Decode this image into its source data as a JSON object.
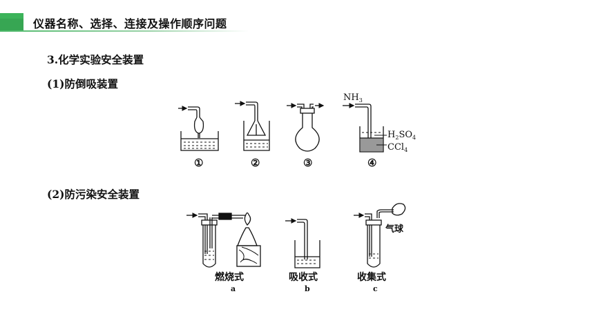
{
  "header": {
    "title": "仪器名称、选择、连接及操作顺序问题",
    "accent_color": "#3cb35a"
  },
  "section_main": "3.化学实验安全装置",
  "subsection1": {
    "title": "(1)防倒吸装置",
    "nh3": "NH",
    "nh3_sub": "3",
    "h2so4_h": "H",
    "h2so4_2": "2",
    "h2so4_so": "SO",
    "h2so4_4": "4",
    "ccl": "CCl",
    "ccl_4": "4",
    "labels": [
      "①",
      "②",
      "③",
      "④"
    ]
  },
  "subsection2": {
    "title": "(2)防污染安全装置",
    "balloon": "气球",
    "captions": [
      "燃烧式",
      "吸收式",
      "收集式"
    ],
    "letters": [
      "a",
      "b",
      "c"
    ]
  }
}
